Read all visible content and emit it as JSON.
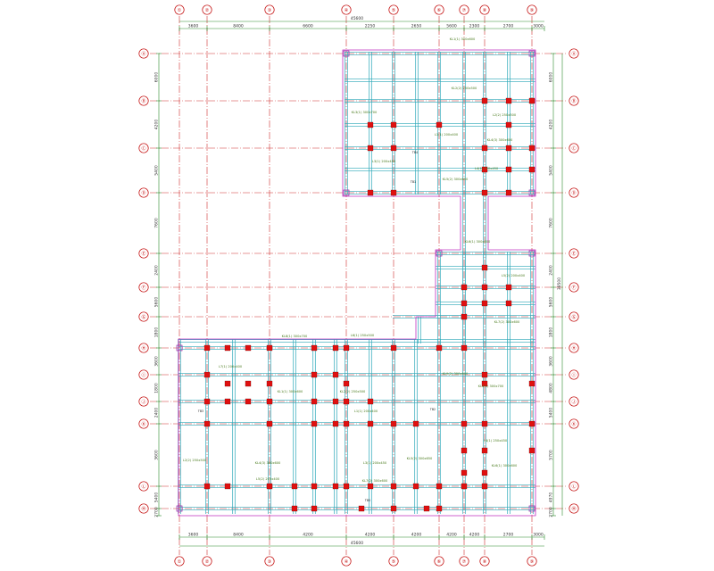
{
  "drawing": {
    "overall_top": "45600",
    "overall_bottom": "45600",
    "overall_right": "38500",
    "top_grid_labels": [
      "①",
      "②",
      "③",
      "④",
      "⑤",
      "⑥",
      "⑦",
      "⑧",
      "⑨"
    ],
    "bottom_grid_labels": [
      "①",
      "②",
      "③",
      "④",
      "⑤",
      "⑥",
      "⑦",
      "⑧",
      "⑨"
    ],
    "left_grid_labels": [
      "Ⓐ",
      "Ⓑ",
      "Ⓒ",
      "Ⓓ",
      "Ⓔ",
      "Ⓕ",
      "Ⓖ",
      "Ⓗ",
      "Ⓘ",
      "Ⓙ",
      "Ⓚ",
      "Ⓛ",
      "Ⓜ"
    ],
    "right_grid_labels": [
      "Ⓐ",
      "Ⓑ",
      "Ⓒ",
      "Ⓓ",
      "Ⓔ",
      "Ⓕ",
      "Ⓖ",
      "Ⓗ",
      "Ⓘ",
      "Ⓙ",
      "Ⓚ",
      "Ⓛ",
      "Ⓜ"
    ],
    "top_dims": [
      "3600",
      "8400",
      "6600",
      "2250",
      "2650",
      "5600",
      "2300",
      "2700",
      "3000"
    ],
    "bottom_dims": [
      "3600",
      "8400",
      "4200",
      "4200",
      "4200",
      "4200",
      "4200",
      "2700",
      "3000"
    ],
    "left_dims": [
      "6000",
      "4200",
      "5400",
      "7600",
      "2400",
      "5600",
      "1800",
      "3600",
      "1800",
      "2400",
      "3600",
      "5400",
      "2700"
    ],
    "right_dims": [
      "6000",
      "4200",
      "5400",
      "7600",
      "2400",
      "5600",
      "1800",
      "3600",
      "4800",
      "5400",
      "5700",
      "4970",
      "2700"
    ],
    "beam_tags": [
      "KL1(1) 300x600",
      "KL2(2) 250x500",
      "KL3(1) 300x700",
      "L1(1) 200x400",
      "L2(2) 250x500",
      "KL4(3) 300x600",
      "L3(1) 200x450",
      "KL5(2) 300x650",
      "L4(1) 250x450",
      "KL6(1) 300x600",
      "L5(2) 200x400",
      "KL7(2) 300x600",
      "L6(1) 250x500",
      "KL8(1) 300x700",
      "L7(1) 200x400",
      "KL9(2) 300x600"
    ],
    "room_notes": [
      "TB1",
      "TB2",
      "TB3",
      "TB4",
      "TB5"
    ]
  }
}
